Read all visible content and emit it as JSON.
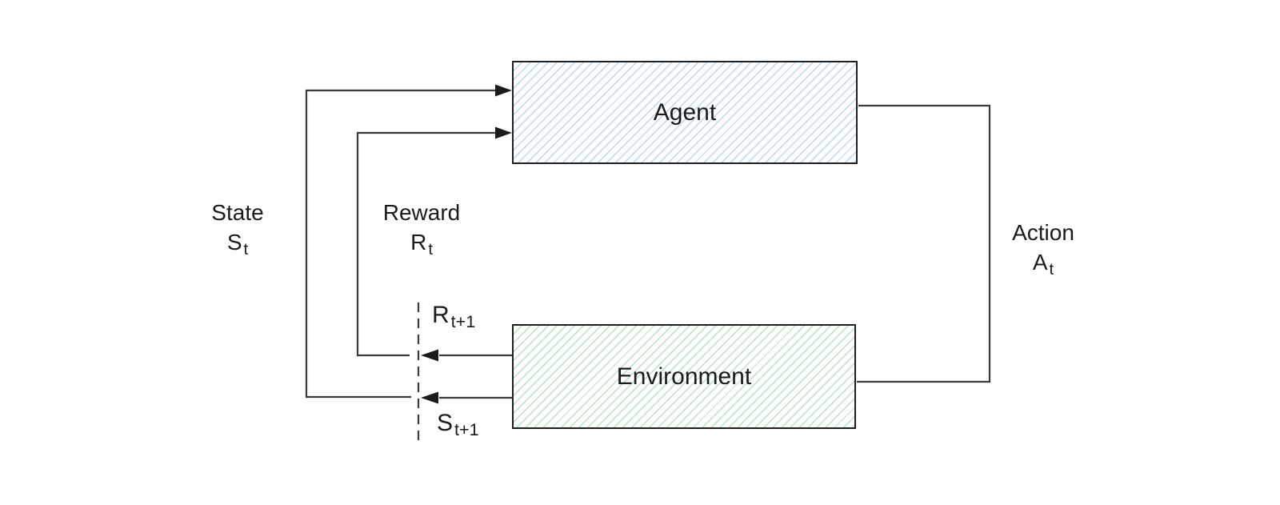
{
  "diagram": {
    "boxes": {
      "agent": {
        "label": "Agent"
      },
      "environment": {
        "label": "Environment"
      }
    },
    "labels": {
      "state": {
        "word": "State",
        "sym": "S",
        "sub": "t"
      },
      "reward": {
        "word": "Reward",
        "sym": "R",
        "sub": "t"
      },
      "action": {
        "word": "Action",
        "sym": "A",
        "sub": "t"
      },
      "reward_next": {
        "sym": "R",
        "sub": "t+1"
      },
      "state_next": {
        "sym": "S",
        "sub": "t+1"
      }
    },
    "colors": {
      "background": "#ffffff",
      "agent_hatch": "#b9d9f2",
      "environment_hatch": "#b5e2c5",
      "box_border": "#1f1f1f",
      "line": "#3a3a3a",
      "arrow": "#1b1b1b"
    }
  }
}
